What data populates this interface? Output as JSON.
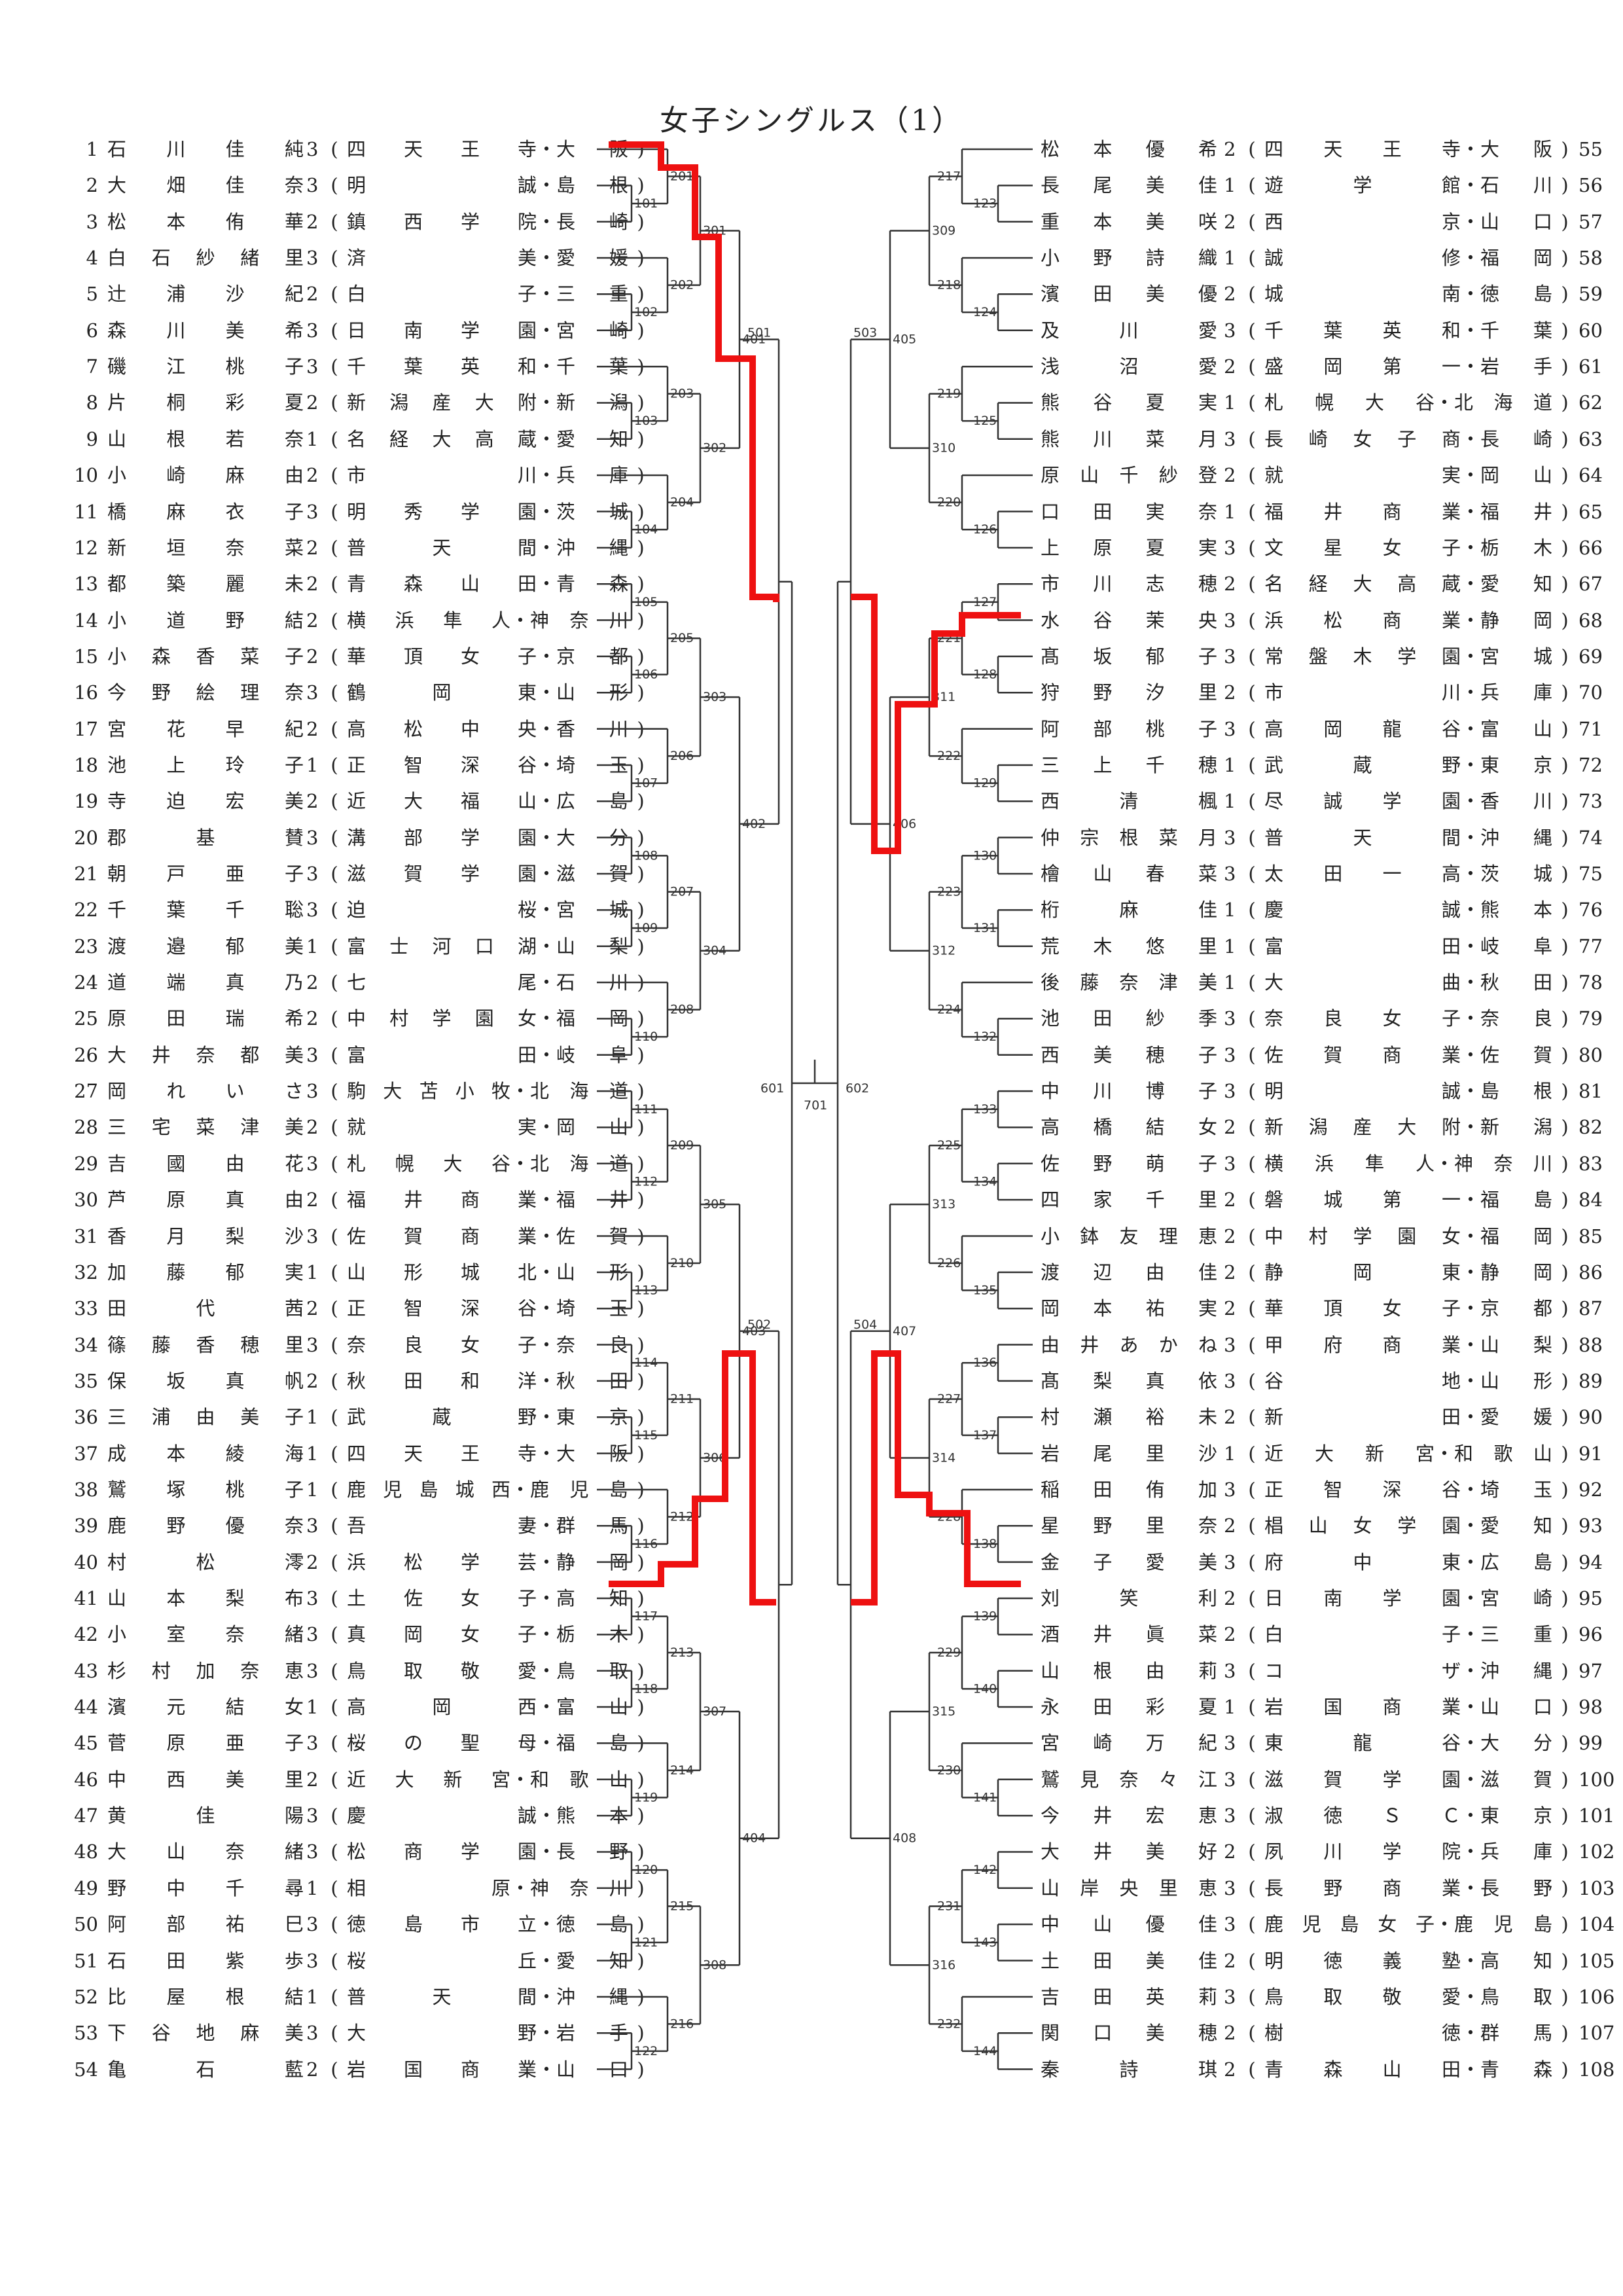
{
  "title": "女子シングルス（1）",
  "left": [
    {
      "no": "1",
      "name": "石川佳純",
      "grade": "3",
      "school": "四天王寺",
      "pref": "大阪"
    },
    {
      "no": "2",
      "name": "大畑佳奈",
      "grade": "3",
      "school": "明誠",
      "pref": "島根"
    },
    {
      "no": "3",
      "name": "松本侑華",
      "grade": "2",
      "school": "鎮西学院",
      "pref": "長崎"
    },
    {
      "no": "4",
      "name": "白石紗緒里",
      "grade": "3",
      "school": "済美",
      "pref": "愛媛"
    },
    {
      "no": "5",
      "name": "辻浦沙紀",
      "grade": "2",
      "school": "白子",
      "pref": "三重"
    },
    {
      "no": "6",
      "name": "森川美希",
      "grade": "3",
      "school": "日南学園",
      "pref": "宮崎"
    },
    {
      "no": "7",
      "name": "磯江桃子",
      "grade": "3",
      "school": "千葉英和",
      "pref": "千葉"
    },
    {
      "no": "8",
      "name": "片桐彩夏",
      "grade": "2",
      "school": "新潟産大附",
      "pref": "新潟"
    },
    {
      "no": "9",
      "name": "山根若奈",
      "grade": "1",
      "school": "名経大高蔵",
      "pref": "愛知"
    },
    {
      "no": "10",
      "name": "小崎麻由",
      "grade": "2",
      "school": "市川",
      "pref": "兵庫"
    },
    {
      "no": "11",
      "name": "橋麻衣子",
      "grade": "3",
      "school": "明秀学園",
      "pref": "茨城"
    },
    {
      "no": "12",
      "name": "新垣奈菜",
      "grade": "2",
      "school": "普天間",
      "pref": "沖縄"
    },
    {
      "no": "13",
      "name": "都築麗未",
      "grade": "2",
      "school": "青森山田",
      "pref": "青森"
    },
    {
      "no": "14",
      "name": "小道野結",
      "grade": "2",
      "school": "横浜隼人",
      "pref": "神奈川"
    },
    {
      "no": "15",
      "name": "小森香菜子",
      "grade": "2",
      "school": "華頂女子",
      "pref": "京都"
    },
    {
      "no": "16",
      "name": "今野絵理奈",
      "grade": "3",
      "school": "鶴岡東",
      "pref": "山形"
    },
    {
      "no": "17",
      "name": "宮花早紀",
      "grade": "2",
      "school": "高松中央",
      "pref": "香川"
    },
    {
      "no": "18",
      "name": "池上玲子",
      "grade": "1",
      "school": "正智深谷",
      "pref": "埼玉"
    },
    {
      "no": "19",
      "name": "寺迫宏美",
      "grade": "2",
      "school": "近大福山",
      "pref": "広島"
    },
    {
      "no": "20",
      "name": "郡基賛",
      "grade": "3",
      "school": "溝部学園",
      "pref": "大分"
    },
    {
      "no": "21",
      "name": "朝戸亜子",
      "grade": "3",
      "school": "滋賀学園",
      "pref": "滋賀"
    },
    {
      "no": "22",
      "name": "千葉千聡",
      "grade": "3",
      "school": "迫桜",
      "pref": "宮城"
    },
    {
      "no": "23",
      "name": "渡邉郁美",
      "grade": "1",
      "school": "富士河口湖",
      "pref": "山梨"
    },
    {
      "no": "24",
      "name": "道端真乃",
      "grade": "2",
      "school": "七尾",
      "pref": "石川"
    },
    {
      "no": "25",
      "name": "原田瑞希",
      "grade": "2",
      "school": "中村学園女",
      "pref": "福岡"
    },
    {
      "no": "26",
      "name": "大井奈都美",
      "grade": "3",
      "school": "富田",
      "pref": "岐阜"
    },
    {
      "no": "27",
      "name": "岡れいさ",
      "grade": "3",
      "school": "駒大苫小牧",
      "pref": "北海道"
    },
    {
      "no": "28",
      "name": "三宅菜津美",
      "grade": "2",
      "school": "就実",
      "pref": "岡山"
    },
    {
      "no": "29",
      "name": "吉國由花",
      "grade": "3",
      "school": "札幌大谷",
      "pref": "北海道"
    },
    {
      "no": "30",
      "name": "芦原真由",
      "grade": "2",
      "school": "福井商業",
      "pref": "福井"
    },
    {
      "no": "31",
      "name": "香月梨沙",
      "grade": "3",
      "school": "佐賀商業",
      "pref": "佐賀"
    },
    {
      "no": "32",
      "name": "加藤郁実",
      "grade": "1",
      "school": "山形城北",
      "pref": "山形"
    },
    {
      "no": "33",
      "name": "田代茜",
      "grade": "2",
      "school": "正智深谷",
      "pref": "埼玉"
    },
    {
      "no": "34",
      "name": "篠藤香穂里",
      "grade": "3",
      "school": "奈良女子",
      "pref": "奈良"
    },
    {
      "no": "35",
      "name": "保坂真帆",
      "grade": "2",
      "school": "秋田和洋",
      "pref": "秋田"
    },
    {
      "no": "36",
      "name": "三浦由美子",
      "grade": "1",
      "school": "武蔵野",
      "pref": "東京"
    },
    {
      "no": "37",
      "name": "成本綾海",
      "grade": "1",
      "school": "四天王寺",
      "pref": "大阪"
    },
    {
      "no": "38",
      "name": "鷲塚桃子",
      "grade": "1",
      "school": "鹿児島城西",
      "pref": "鹿児島"
    },
    {
      "no": "39",
      "name": "鹿野優奈",
      "grade": "3",
      "school": "吾妻",
      "pref": "群馬"
    },
    {
      "no": "40",
      "name": "村松澪",
      "grade": "2",
      "school": "浜松学芸",
      "pref": "静岡"
    },
    {
      "no": "41",
      "name": "山本梨布",
      "grade": "3",
      "school": "土佐女子",
      "pref": "高知"
    },
    {
      "no": "42",
      "name": "小室奈緒",
      "grade": "3",
      "school": "真岡女子",
      "pref": "栃木"
    },
    {
      "no": "43",
      "name": "杉村加奈恵",
      "grade": "3",
      "school": "鳥取敬愛",
      "pref": "鳥取"
    },
    {
      "no": "44",
      "name": "濱元結女",
      "grade": "1",
      "school": "高岡西",
      "pref": "富山"
    },
    {
      "no": "45",
      "name": "菅原亜子",
      "grade": "3",
      "school": "桜の聖母",
      "pref": "福島"
    },
    {
      "no": "46",
      "name": "中西美里",
      "grade": "2",
      "school": "近大新宮",
      "pref": "和歌山"
    },
    {
      "no": "47",
      "name": "黄佳陽",
      "grade": "3",
      "school": "慶誠",
      "pref": "熊本"
    },
    {
      "no": "48",
      "name": "大山奈緒",
      "grade": "3",
      "school": "松商学園",
      "pref": "長野"
    },
    {
      "no": "49",
      "name": "野中千尋",
      "grade": "1",
      "school": "相原",
      "pref": "神奈川"
    },
    {
      "no": "50",
      "name": "阿部祐巳",
      "grade": "3",
      "school": "徳島市立",
      "pref": "徳島"
    },
    {
      "no": "51",
      "name": "石田紫歩",
      "grade": "3",
      "school": "桜丘",
      "pref": "愛知"
    },
    {
      "no": "52",
      "name": "比屋根結",
      "grade": "1",
      "school": "普天間",
      "pref": "沖縄"
    },
    {
      "no": "53",
      "name": "下谷地麻美",
      "grade": "3",
      "school": "大野",
      "pref": "岩手"
    },
    {
      "no": "54",
      "name": "亀石藍",
      "grade": "2",
      "school": "岩国商業",
      "pref": "山口"
    }
  ],
  "right": [
    {
      "no": "55",
      "name": "松本優希",
      "grade": "2",
      "school": "四天王寺",
      "pref": "大阪"
    },
    {
      "no": "56",
      "name": "長尾美佳",
      "grade": "1",
      "school": "遊学館",
      "pref": "石川"
    },
    {
      "no": "57",
      "name": "重本美咲",
      "grade": "2",
      "school": "西京",
      "pref": "山口"
    },
    {
      "no": "58",
      "name": "小野詩織",
      "grade": "1",
      "school": "誠修",
      "pref": "福岡"
    },
    {
      "no": "59",
      "name": "濱田美優",
      "grade": "2",
      "school": "城南",
      "pref": "徳島"
    },
    {
      "no": "60",
      "name": "及川愛",
      "grade": "3",
      "school": "千葉英和",
      "pref": "千葉"
    },
    {
      "no": "61",
      "name": "浅沼愛",
      "grade": "2",
      "school": "盛岡第一",
      "pref": "岩手"
    },
    {
      "no": "62",
      "name": "熊谷夏実",
      "grade": "1",
      "school": "札幌大谷",
      "pref": "北海道"
    },
    {
      "no": "63",
      "name": "熊川菜月",
      "grade": "3",
      "school": "長崎女子商",
      "pref": "長崎"
    },
    {
      "no": "64",
      "name": "原山千紗登",
      "grade": "2",
      "school": "就実",
      "pref": "岡山"
    },
    {
      "no": "65",
      "name": "口田実奈",
      "grade": "1",
      "school": "福井商業",
      "pref": "福井"
    },
    {
      "no": "66",
      "name": "上原夏実",
      "grade": "3",
      "school": "文星女子",
      "pref": "栃木"
    },
    {
      "no": "67",
      "name": "市川志穂",
      "grade": "2",
      "school": "名経大高蔵",
      "pref": "愛知"
    },
    {
      "no": "68",
      "name": "水谷茉央",
      "grade": "3",
      "school": "浜松商業",
      "pref": "静岡"
    },
    {
      "no": "69",
      "name": "髙坂郁子",
      "grade": "3",
      "school": "常盤木学園",
      "pref": "宮城"
    },
    {
      "no": "70",
      "name": "狩野汐里",
      "grade": "2",
      "school": "市川",
      "pref": "兵庫"
    },
    {
      "no": "71",
      "name": "阿部桃子",
      "grade": "3",
      "school": "高岡龍谷",
      "pref": "富山"
    },
    {
      "no": "72",
      "name": "三上千穂",
      "grade": "1",
      "school": "武蔵野",
      "pref": "東京"
    },
    {
      "no": "73",
      "name": "西清楓",
      "grade": "1",
      "school": "尽誠学園",
      "pref": "香川"
    },
    {
      "no": "74",
      "name": "仲宗根菜月",
      "grade": "3",
      "school": "普天間",
      "pref": "沖縄"
    },
    {
      "no": "75",
      "name": "檜山春菜",
      "grade": "3",
      "school": "太田一高",
      "pref": "茨城"
    },
    {
      "no": "76",
      "name": "桁麻佳",
      "grade": "1",
      "school": "慶誠",
      "pref": "熊本"
    },
    {
      "no": "77",
      "name": "荒木悠里",
      "grade": "1",
      "school": "富田",
      "pref": "岐阜"
    },
    {
      "no": "78",
      "name": "後藤奈津美",
      "grade": "1",
      "school": "大曲",
      "pref": "秋田"
    },
    {
      "no": "79",
      "name": "池田紗季",
      "grade": "3",
      "school": "奈良女子",
      "pref": "奈良"
    },
    {
      "no": "80",
      "name": "西美穂子",
      "grade": "3",
      "school": "佐賀商業",
      "pref": "佐賀"
    },
    {
      "no": "81",
      "name": "中川博子",
      "grade": "3",
      "school": "明誠",
      "pref": "島根"
    },
    {
      "no": "82",
      "name": "高橋結女",
      "grade": "2",
      "school": "新潟産大附",
      "pref": "新潟"
    },
    {
      "no": "83",
      "name": "佐野萌子",
      "grade": "3",
      "school": "横浜隼人",
      "pref": "神奈川"
    },
    {
      "no": "84",
      "name": "四家千里",
      "grade": "2",
      "school": "磐城第一",
      "pref": "福島"
    },
    {
      "no": "85",
      "name": "小鉢友理恵",
      "grade": "2",
      "school": "中村学園女",
      "pref": "福岡"
    },
    {
      "no": "86",
      "name": "渡辺由佳",
      "grade": "2",
      "school": "静岡東",
      "pref": "静岡"
    },
    {
      "no": "87",
      "name": "岡本祐実",
      "grade": "2",
      "school": "華頂女子",
      "pref": "京都"
    },
    {
      "no": "88",
      "name": "由井あかね",
      "grade": "3",
      "school": "甲府商業",
      "pref": "山梨"
    },
    {
      "no": "89",
      "name": "髙梨真依",
      "grade": "3",
      "school": "谷地",
      "pref": "山形"
    },
    {
      "no": "90",
      "name": "村瀬裕未",
      "grade": "2",
      "school": "新田",
      "pref": "愛媛"
    },
    {
      "no": "91",
      "name": "岩尾里沙",
      "grade": "1",
      "school": "近大新宮",
      "pref": "和歌山"
    },
    {
      "no": "92",
      "name": "稲田侑加",
      "grade": "3",
      "school": "正智深谷",
      "pref": "埼玉"
    },
    {
      "no": "93",
      "name": "星野里奈",
      "grade": "2",
      "school": "椙山女学園",
      "pref": "愛知"
    },
    {
      "no": "94",
      "name": "金子愛美",
      "grade": "3",
      "school": "府中東",
      "pref": "広島"
    },
    {
      "no": "95",
      "name": "刘笑利",
      "grade": "2",
      "school": "日南学園",
      "pref": "宮崎"
    },
    {
      "no": "96",
      "name": "酒井眞菜",
      "grade": "2",
      "school": "白子",
      "pref": "三重"
    },
    {
      "no": "97",
      "name": "山根由莉",
      "grade": "3",
      "school": "コザ",
      "pref": "沖縄"
    },
    {
      "no": "98",
      "name": "永田彩夏",
      "grade": "1",
      "school": "岩国商業",
      "pref": "山口"
    },
    {
      "no": "99",
      "name": "宮崎万紀",
      "grade": "3",
      "school": "東龍谷",
      "pref": "大分"
    },
    {
      "no": "100",
      "name": "鷲見奈々江",
      "grade": "3",
      "school": "滋賀学園",
      "pref": "滋賀"
    },
    {
      "no": "101",
      "name": "今井宏恵",
      "grade": "3",
      "school": "淑徳ＳＣ",
      "pref": "東京"
    },
    {
      "no": "102",
      "name": "大井美好",
      "grade": "2",
      "school": "夙川学院",
      "pref": "兵庫"
    },
    {
      "no": "103",
      "name": "山岸央里恵",
      "grade": "3",
      "school": "長野商業",
      "pref": "長野"
    },
    {
      "no": "104",
      "name": "中山優佳",
      "grade": "3",
      "school": "鹿児島女子",
      "pref": "鹿児島"
    },
    {
      "no": "105",
      "name": "土田美佳",
      "grade": "2",
      "school": "明徳義塾",
      "pref": "高知"
    },
    {
      "no": "106",
      "name": "吉田英莉",
      "grade": "3",
      "school": "鳥取敬愛",
      "pref": "鳥取"
    },
    {
      "no": "107",
      "name": "関口美穂",
      "grade": "2",
      "school": "樹徳",
      "pref": "群馬"
    },
    {
      "no": "108",
      "name": "秦詩琪",
      "grade": "2",
      "school": "青森山田",
      "pref": "青森"
    }
  ],
  "match_labels": {
    "r1_left": [
      "101",
      "102",
      "103",
      "104",
      "105",
      "106",
      "107",
      "108",
      "109",
      "110",
      "111",
      "112",
      "113",
      "114",
      "115",
      "116",
      "117",
      "118",
      "119",
      "120",
      "121",
      "122"
    ],
    "r2_left": [
      "201",
      "202",
      "203",
      "204",
      "205",
      "206",
      "207",
      "208",
      "209",
      "210",
      "211",
      "212",
      "213",
      "214",
      "215",
      "216"
    ],
    "r3_left": [
      "301",
      "302",
      "303",
      "304",
      "305",
      "306",
      "307",
      "308"
    ],
    "r4_left": [
      "401",
      "402",
      "403",
      "404"
    ],
    "r5_left": [
      "501",
      "502"
    ],
    "r6_left": "601",
    "final": "701",
    "r6_right": "602",
    "r5_right": [
      "503",
      "504"
    ],
    "r4_right": [
      "405",
      "406",
      "407",
      "408"
    ],
    "r3_right": [
      "309",
      "310",
      "311",
      "312",
      "313",
      "314",
      "315",
      "316"
    ],
    "r2_right": [
      "217",
      "218",
      "219",
      "220",
      "221",
      "222",
      "223",
      "224",
      "225",
      "226",
      "227",
      "228",
      "229",
      "230",
      "231",
      "232"
    ],
    "r1_right": [
      "123",
      "124",
      "125",
      "126",
      "127",
      "128",
      "129",
      "130",
      "131",
      "132",
      "133",
      "134",
      "135",
      "136",
      "137",
      "138",
      "139",
      "140",
      "141",
      "142",
      "143",
      "144"
    ]
  },
  "colors": {
    "line": "#333333",
    "winner_path": "#ee1111"
  }
}
